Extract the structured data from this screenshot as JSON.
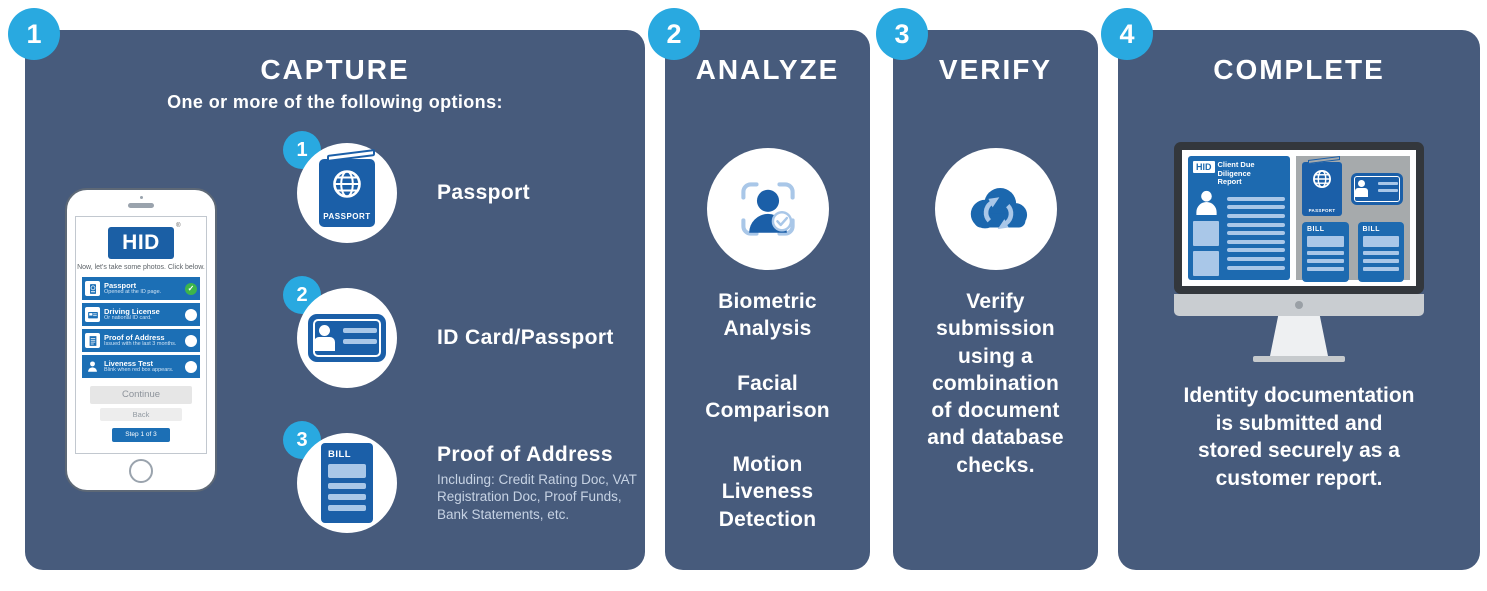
{
  "colors": {
    "panel_bg": "#475b7c",
    "badge_blue": "#29a9e0",
    "primary_blue": "#1d6ab0",
    "deep_blue": "#1b5fa8",
    "row_blue": "#1c6fb5",
    "light_blue": "#a9c7e8",
    "check_green": "#3db54a",
    "docs_gray": "#a6aaac"
  },
  "steps": [
    {
      "number": "1"
    },
    {
      "number": "2"
    },
    {
      "number": "3"
    },
    {
      "number": "4"
    }
  ],
  "capture": {
    "title": "CAPTURE",
    "subtitle": "One or more of the following options:",
    "phone": {
      "logo": "HID",
      "logo_mark": "®",
      "caption": "Now, let's take some photos. Click below.",
      "rows": [
        {
          "title": "Passport",
          "subtitle": "Opened at the ID page.",
          "checked": true
        },
        {
          "title": "Driving License",
          "subtitle": "Or national ID card.",
          "checked": false
        },
        {
          "title": "Proof of Address",
          "subtitle": "Issued with the last 3 months.",
          "checked": false
        },
        {
          "title": "Liveness Test",
          "subtitle": "Blink when red box appears.",
          "checked": false
        }
      ],
      "check_glyph": "✓",
      "continue_label": "Continue",
      "back_label": "Back",
      "step_label": "Step 1 of 3"
    },
    "options": [
      {
        "number": "1",
        "label": "Passport"
      },
      {
        "number": "2",
        "label": "ID Card/Passport"
      },
      {
        "number": "3",
        "label": "Proof of Address",
        "caption": "Including: Credit Rating Doc, VAT Registration Doc, Proof Funds, Bank Statements, etc."
      }
    ],
    "passport_icon_label": "PASSPORT",
    "bill_icon_label": "BILL"
  },
  "analyze": {
    "title": "ANALYZE",
    "items": [
      "Biometric Analysis",
      "Facial Comparison",
      "Motion Liveness Detection"
    ]
  },
  "verify": {
    "title": "VERIFY",
    "description": "Verify submission using a combination of document and database checks."
  },
  "complete": {
    "title": "COMPLETE",
    "report": {
      "logo": "HID",
      "heading": "Client Due Diligence Report"
    },
    "passport_label": "PASSPORT",
    "bill_label": "BILL",
    "description": "Identity documentation is submitted and stored securely as a customer report."
  }
}
